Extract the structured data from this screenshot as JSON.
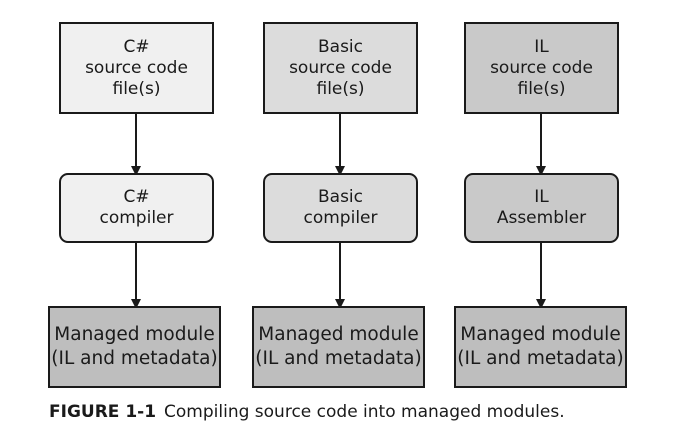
{
  "columns": [
    {
      "source": [
        "C#",
        "source code",
        "file(s)"
      ],
      "compiler": [
        "C#",
        "compiler"
      ],
      "module": [
        "Managed module",
        "(IL and metadata)"
      ]
    },
    {
      "source": [
        "Basic",
        "source code",
        "file(s)"
      ],
      "compiler": [
        "Basic",
        "compiler"
      ],
      "module": [
        "Managed module",
        "(IL and metadata)"
      ]
    },
    {
      "source": [
        "IL",
        "source code",
        "file(s)"
      ],
      "compiler": [
        "IL",
        "Assembler"
      ],
      "module": [
        "Managed module",
        "(IL and metadata)"
      ]
    }
  ],
  "caption": {
    "figure": "FIGURE 1-1",
    "text": "Compiling source code into managed modules."
  },
  "colors": {
    "light_fill": "#f0f0f0",
    "mid_fill": "#dcdcdc",
    "dark_fill": "#c9c9c9",
    "module_fill": "#bebebe",
    "stroke": "#1a1a1a"
  }
}
